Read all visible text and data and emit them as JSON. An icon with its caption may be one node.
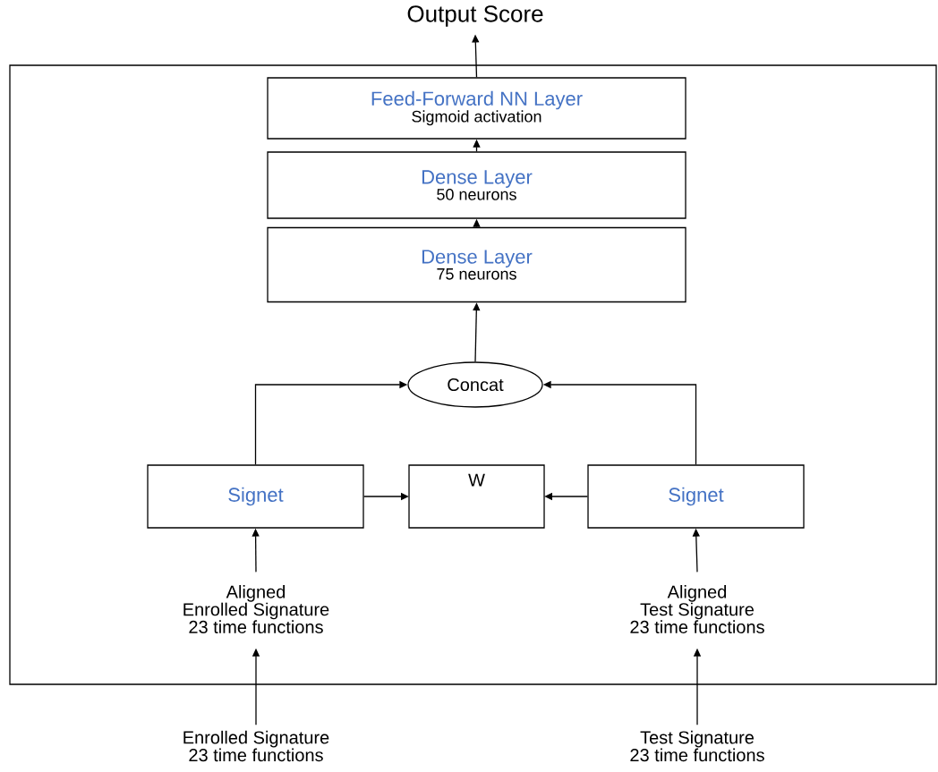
{
  "diagram": {
    "nodes": [
      {
        "text": [],
        "shape": "box"
      },
      {
        "text": [
          "Output Score"
        ]
      },
      {
        "text": [
          "Feed-Forward NN Layer",
          "Sigmoid activation"
        ],
        "in": 0
      },
      {
        "text": [
          "Dense Layer",
          "50 neurons"
        ],
        "in": 0
      },
      {
        "text": [
          "Dense Layer",
          "75 neurons"
        ],
        "in": 0
      },
      {
        "text": [
          "Concat"
        ],
        "in": 0
      },
      {
        "text": [
          "Signet"
        ],
        "in": 0
      },
      {
        "text": [
          "W"
        ],
        "in": 0
      },
      {
        "text": [
          "Signet"
        ],
        "in": 0
      },
      {
        "text": [
          "Aligned",
          "Enrolled Signature",
          "23 time functions"
        ],
        "in": 0
      },
      {
        "text": [
          "Aligned",
          "Test Signature",
          "23 time functions"
        ],
        "in": 0
      },
      {
        "text": [
          "Enrolled Signature",
          "23 time functions"
        ]
      },
      {
        "text": [
          "Test Signature",
          "23 time functions"
        ]
      }
    ],
    "edges": [
      {
        "from": 2,
        "to": 1,
        "arrow": "to"
      },
      {
        "from": 3,
        "to": 2,
        "arrow": "to"
      },
      {
        "from": 4,
        "to": 3,
        "arrow": "to"
      },
      {
        "from": 5,
        "to": 4,
        "arrow": "to"
      },
      {
        "from": 6,
        "to": 5,
        "arrow": "to"
      },
      {
        "from": 8,
        "to": 5,
        "arrow": "to"
      },
      {
        "from": 6,
        "to": 7,
        "arrow": "to"
      },
      {
        "from": 8,
        "to": 7,
        "arrow": "to"
      },
      {
        "from": 9,
        "to": 6,
        "arrow": "to"
      },
      {
        "from": 10,
        "to": 8,
        "arrow": "to"
      },
      {
        "from": 11,
        "to": 9,
        "arrow": "to"
      },
      {
        "from": 12,
        "to": 10,
        "arrow": "to"
      }
    ]
  }
}
